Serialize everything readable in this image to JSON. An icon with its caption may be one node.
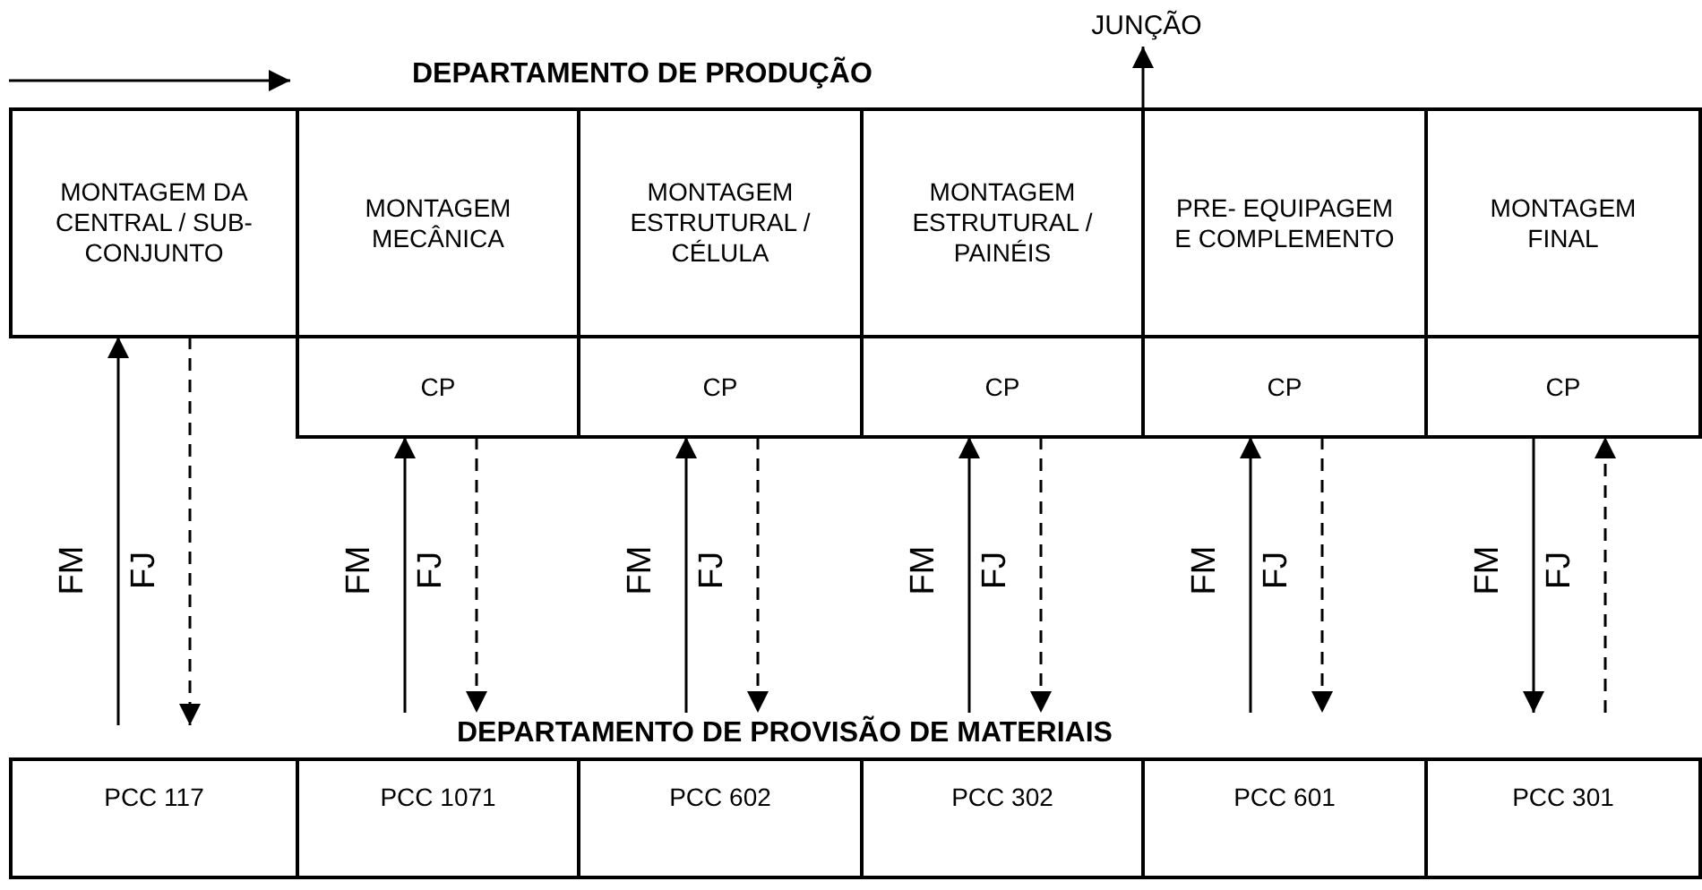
{
  "diagram": {
    "nodes": [
      {
        "text": [
          "MONTAGEM DA CENTRAL / SUB-CONJUNTO"
        ]
      },
      {
        "text": [
          "MONTAGEM MECÂNICA"
        ]
      },
      {
        "text": [
          "MONTAGEM ESTRUTURAL / CÉLULA"
        ]
      },
      {
        "text": [
          "MONTAGEM ESTRUTURAL / PAINÉIS"
        ]
      },
      {
        "text": [
          "PRE- EQUIPAGEM E COMPLEMENTO"
        ]
      },
      {
        "text": [
          "MONTAGEM FINAL"
        ]
      },
      {
        "text": [
          "CP"
        ]
      },
      {
        "text": [
          "CP"
        ]
      },
      {
        "text": [
          "CP"
        ]
      },
      {
        "text": [
          "CP"
        ]
      },
      {
        "text": [
          "CP"
        ]
      },
      {
        "text": [
          "PCC 117"
        ]
      },
      {
        "text": [
          "PCC 1071"
        ]
      },
      {
        "text": [
          "PCC 602"
        ]
      },
      {
        "text": [
          "PCC 302"
        ]
      },
      {
        "text": [
          "PCC 601"
        ]
      },
      {
        "text": [
          "PCC 301"
        ]
      },
      {
        "text": [
          "JUNÇÃO"
        ]
      }
    ],
    "edges": [
      {
        "from": 11,
        "to": 0,
        "arrow": "to",
        "label": "FM"
      },
      {
        "from": 0,
        "to": 11,
        "arrow": "to",
        "label": "FJ",
        "style": "dashed"
      },
      {
        "from": 12,
        "to": 6,
        "arrow": "to",
        "label": "FM"
      },
      {
        "from": 6,
        "to": 12,
        "arrow": "to",
        "label": "FJ",
        "style": "dashed"
      },
      {
        "from": 13,
        "to": 7,
        "arrow": "to",
        "label": "FM"
      },
      {
        "from": 7,
        "to": 13,
        "arrow": "to",
        "label": "FJ",
        "style": "dashed"
      },
      {
        "from": 14,
        "to": 8,
        "arrow": "to",
        "label": "FM"
      },
      {
        "from": 8,
        "to": 14,
        "arrow": "to",
        "label": "FJ",
        "style": "dashed"
      },
      {
        "from": 15,
        "to": 9,
        "arrow": "to",
        "label": "FM"
      },
      {
        "from": 9,
        "to": 15,
        "arrow": "to",
        "label": "FJ",
        "style": "dashed"
      },
      {
        "from": 10,
        "to": 16,
        "arrow": "to",
        "label": "FM"
      },
      {
        "from": 16,
        "to": 10,
        "arrow": "to",
        "label": "FJ",
        "style": "dashed"
      },
      {
        "from": 8,
        "to": 17,
        "arrow": "to"
      }
    ],
    "labels": [
      "DEPARTAMENTO DE PRODUÇÃO",
      "DEPARTAMENTO DE PROVISÃO DE MATERIAIS"
    ]
  }
}
